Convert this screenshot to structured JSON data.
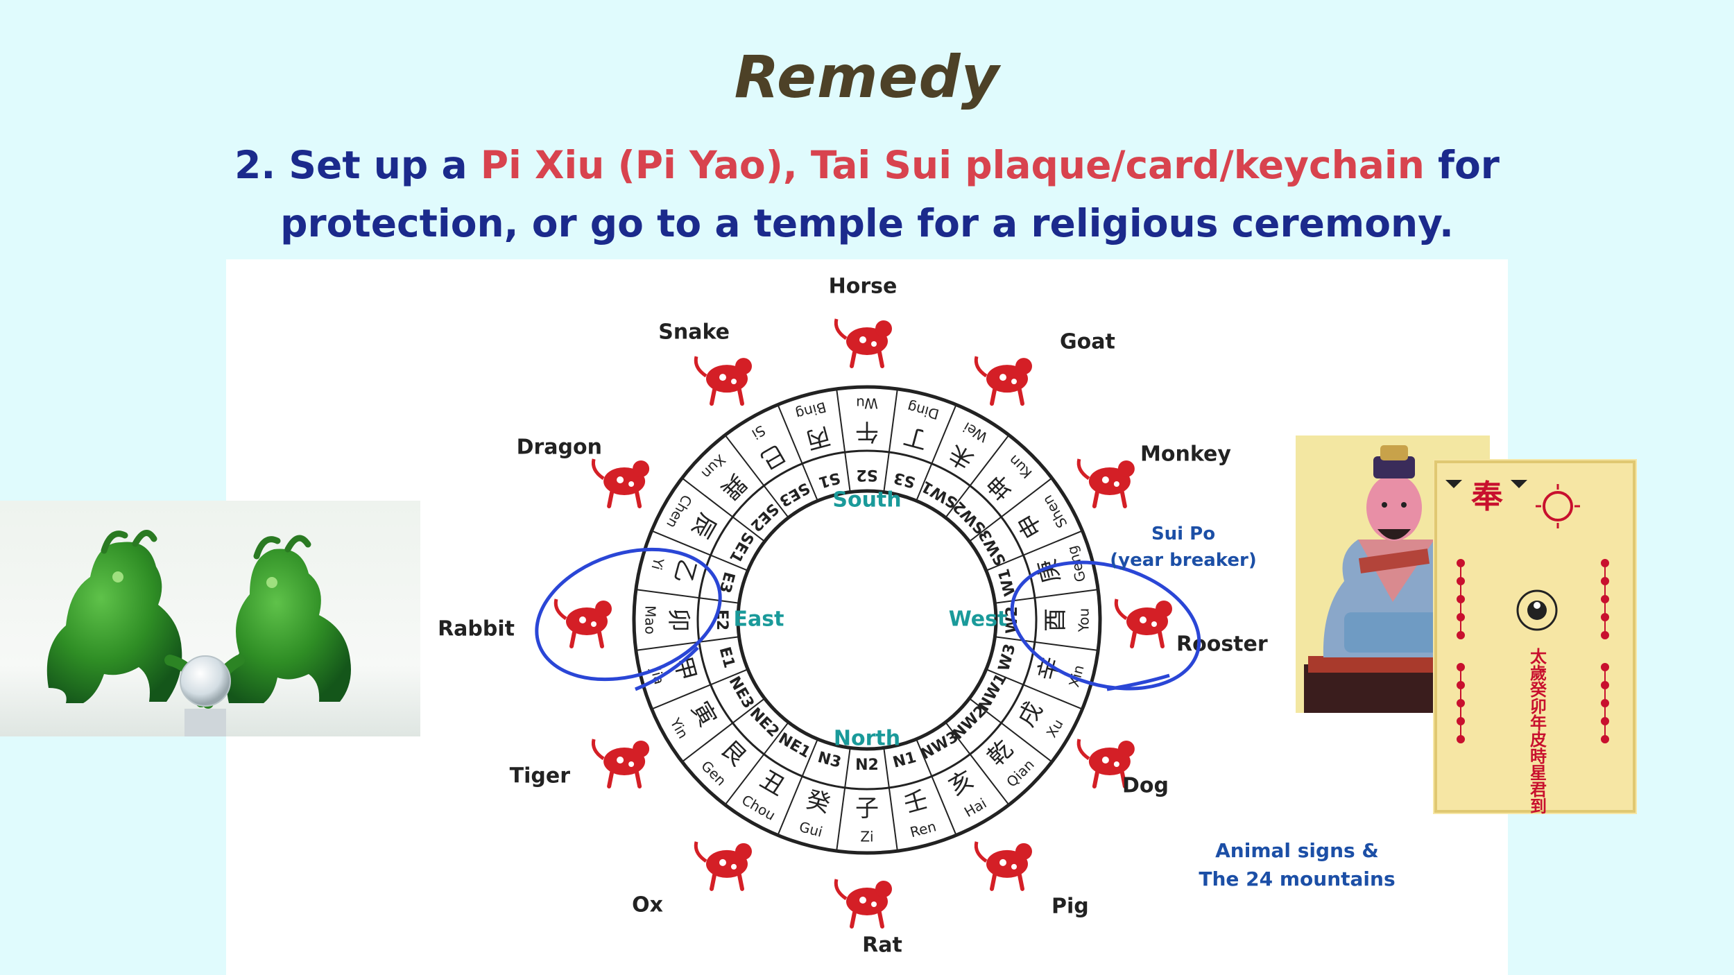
{
  "slide": {
    "title": "Remedy",
    "subtitle_prefix": "2. Set up a ",
    "subtitle_highlight": "Pi Xiu (Pi Yao), Tai Sui plaque/card/keychain",
    "subtitle_rest_line1": " for",
    "subtitle_line2": "protection, or go to a temple for a religious ceremony."
  },
  "compass": {
    "inner_directions": {
      "south": "South",
      "north": "North",
      "east": "East",
      "west": "West"
    },
    "mountains": [
      {
        "code": "S1",
        "pinyin": "Bing",
        "hanzi": "丙"
      },
      {
        "code": "S2",
        "pinyin": "Wu",
        "hanzi": "午"
      },
      {
        "code": "S3",
        "pinyin": "Ding",
        "hanzi": "丁"
      },
      {
        "code": "SW1",
        "pinyin": "Wei",
        "hanzi": "未"
      },
      {
        "code": "SW2",
        "pinyin": "Kun",
        "hanzi": "坤"
      },
      {
        "code": "SW3",
        "pinyin": "Shen",
        "hanzi": "申"
      },
      {
        "code": "W1",
        "pinyin": "Geng",
        "hanzi": "庚"
      },
      {
        "code": "W2",
        "pinyin": "You",
        "hanzi": "酉"
      },
      {
        "code": "W3",
        "pinyin": "Xin",
        "hanzi": "辛"
      },
      {
        "code": "NW1",
        "pinyin": "Xu",
        "hanzi": "戌"
      },
      {
        "code": "NW2",
        "pinyin": "Qian",
        "hanzi": "乾"
      },
      {
        "code": "NW3",
        "pinyin": "Hai",
        "hanzi": "亥"
      },
      {
        "code": "N1",
        "pinyin": "Ren",
        "hanzi": "壬"
      },
      {
        "code": "N2",
        "pinyin": "Zi",
        "hanzi": "子"
      },
      {
        "code": "N3",
        "pinyin": "Gui",
        "hanzi": "癸"
      },
      {
        "code": "NE1",
        "pinyin": "Chou",
        "hanzi": "丑"
      },
      {
        "code": "NE2",
        "pinyin": "Gen",
        "hanzi": "艮"
      },
      {
        "code": "NE3",
        "pinyin": "Yin",
        "hanzi": "寅"
      },
      {
        "code": "E1",
        "pinyin": "Jia",
        "hanzi": "甲"
      },
      {
        "code": "E2",
        "pinyin": "Mao",
        "hanzi": "卯"
      },
      {
        "code": "E3",
        "pinyin": "Yi",
        "hanzi": "乙"
      },
      {
        "code": "SE1",
        "pinyin": "Chen",
        "hanzi": "辰"
      },
      {
        "code": "SE2",
        "pinyin": "Xun",
        "hanzi": "巽"
      },
      {
        "code": "SE3",
        "pinyin": "Si",
        "hanzi": "巳"
      }
    ],
    "animals": [
      {
        "name": "Horse",
        "icon": "horse-icon"
      },
      {
        "name": "Goat",
        "icon": "goat-icon"
      },
      {
        "name": "Monkey",
        "icon": "monkey-icon"
      },
      {
        "name": "Rooster",
        "icon": "rooster-icon"
      },
      {
        "name": "Dog",
        "icon": "dog-icon"
      },
      {
        "name": "Pig",
        "icon": "pig-icon"
      },
      {
        "name": "Rat",
        "icon": "rat-icon"
      },
      {
        "name": "Ox",
        "icon": "ox-icon"
      },
      {
        "name": "Tiger",
        "icon": "tiger-icon"
      },
      {
        "name": "Rabbit",
        "icon": "rabbit-icon"
      },
      {
        "name": "Dragon",
        "icon": "dragon-icon"
      },
      {
        "name": "Snake",
        "icon": "snake-icon"
      }
    ],
    "sui_po_line1": "Sui Po",
    "sui_po_line2": "(year breaker)"
  },
  "caption": {
    "line1": "Animal signs &",
    "line2": "The 24 mountains"
  },
  "plaque": {
    "center_text": "太歲癸卯年皮時星君到此鎮",
    "top_char": "奉",
    "colors": {
      "red": "#c8102e",
      "plaque_bg": "#f6e6a4"
    }
  },
  "colors": {
    "background": "#e0fbfd",
    "title": "#4d4127",
    "subtitle": "#1b2a8c",
    "highlight": "#d8434e",
    "direction": "#1a9a9a",
    "animal_red": "#d41f26",
    "circle_blue": "#2a46d6",
    "caption_blue": "#1c4fa6"
  }
}
